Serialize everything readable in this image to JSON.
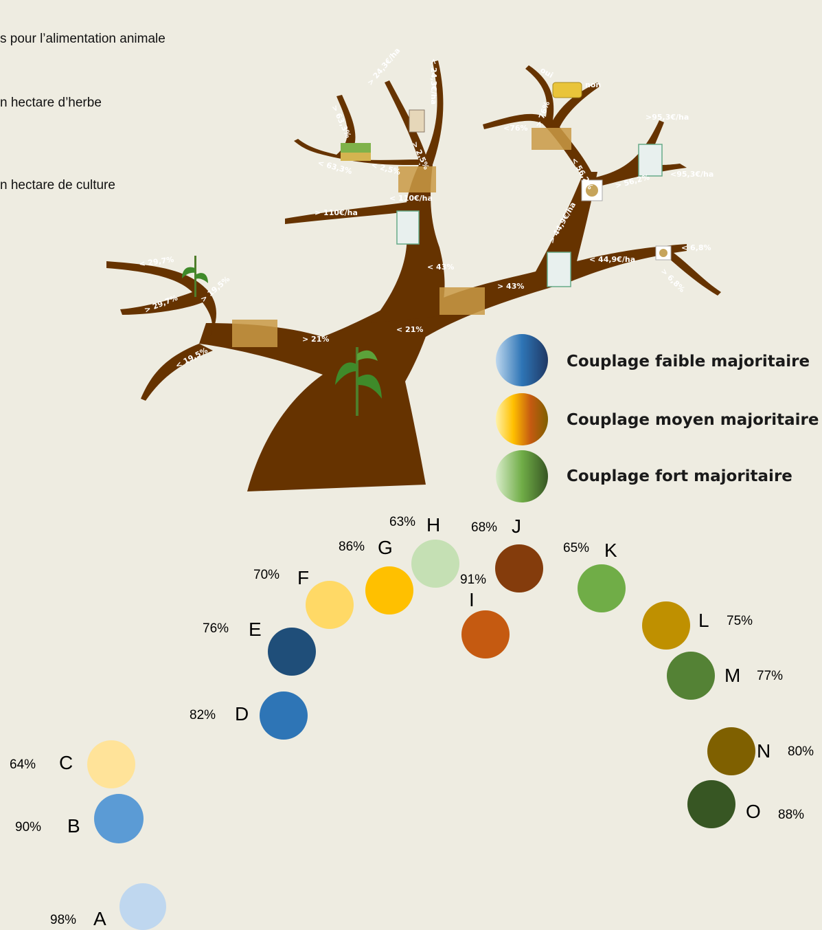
{
  "side_texts": [
    "s pour l’alimentation animale",
    "n hectare d’herbe",
    "n hectare de culture"
  ],
  "nodes": [
    {
      "id": "A",
      "letter": "A",
      "pct": "98%",
      "color": "#bfd7ef"
    },
    {
      "id": "B",
      "letter": "B",
      "pct": "90%",
      "color": "#5b9bd5"
    },
    {
      "id": "C",
      "letter": "C",
      "pct": "64%",
      "color": "#ffe399"
    },
    {
      "id": "D",
      "letter": "D",
      "pct": "82%",
      "color": "#2e75b6"
    },
    {
      "id": "E",
      "letter": "E",
      "pct": "76%",
      "color": "#1f4e79"
    },
    {
      "id": "F",
      "letter": "F",
      "pct": "70%",
      "color": "#ffd966"
    },
    {
      "id": "G",
      "letter": "G",
      "pct": "86%",
      "color": "#ffc000"
    },
    {
      "id": "H",
      "letter": "H",
      "pct": "63%",
      "color": "#c5e0b4"
    },
    {
      "id": "I",
      "letter": "I",
      "pct": "91%",
      "color": "#c55a11"
    },
    {
      "id": "J",
      "letter": "J",
      "pct": "68%",
      "color": "#843c0c"
    },
    {
      "id": "K",
      "letter": "K",
      "pct": "65%",
      "color": "#70ad47"
    },
    {
      "id": "L",
      "letter": "L",
      "pct": "75%",
      "color": "#bf9000"
    },
    {
      "id": "M",
      "letter": "M",
      "pct": "77%",
      "color": "#548235"
    },
    {
      "id": "N",
      "letter": "N",
      "pct": "80%",
      "color": "#7f6000"
    },
    {
      "id": "O",
      "letter": "O",
      "pct": "88%",
      "color": "#375623"
    }
  ],
  "branch_labels": {
    "trunk_left": "> 21%",
    "trunk_right": "< 21%",
    "A": "< 19,5%",
    "BC_fork": "> 19,5%",
    "B": "> 29,7%",
    "C": "< 29,7%",
    "mid_left": "< 43%",
    "mid_right": "> 43%",
    "D": "> 110€/ha",
    "EFGH_up": "< 110€/ha",
    "EF": "< 2,5%",
    "GH": "> 2,5%",
    "E": "< 63,3%",
    "F": "> 63,3%",
    "G": "> 24,3€/ha",
    "H": "< 24,3€/ha",
    "right_up": "> 44,9€/ha",
    "NO": "< 44,9€/ha",
    "N": "< 6,8%",
    "O": "> 6,8%",
    "IJK": "< 56,2%",
    "LM": "> 56,2%",
    "I": "<76%",
    "JK": "> 76%",
    "J": "oui",
    "K": "non",
    "L": ">95,3€/ha",
    "M": "<95,3€/ha"
  },
  "legend": [
    {
      "label": "Couplage faible majoritaire",
      "colors": [
        "#bdd7ee",
        "#2e75b6",
        "#1f3864"
      ]
    },
    {
      "label": "Couplage moyen majoritaire",
      "colors": [
        "#fff2a8",
        "#ffc000",
        "#c55a11",
        "#7f6000"
      ]
    },
    {
      "label": "Couplage fort majoritaire",
      "colors": [
        "#d8ecc9",
        "#70ad47",
        "#375623"
      ]
    }
  ],
  "colors": {
    "background": "#eeece1",
    "tree": "#663300"
  },
  "icons": [
    "corn-plant-icon",
    "wheat-icon",
    "fertilizer-bag-icon",
    "field-icon",
    "grain-sack-icon",
    "hay-bale-icon",
    "feed-pellets-icon"
  ]
}
